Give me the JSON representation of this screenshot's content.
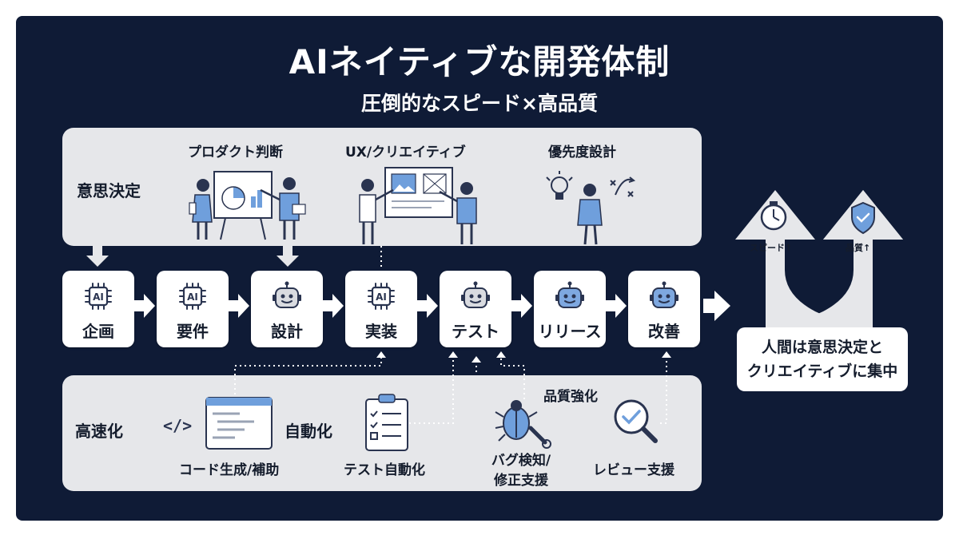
{
  "header": {
    "title": "AIネイティブな開発体制",
    "subtitle": "圧倒的なスピード×高品質"
  },
  "top_panel": {
    "label": "意思決定",
    "items": [
      {
        "label": "プロダクト判断"
      },
      {
        "label": "UX/クリエイティブ"
      },
      {
        "label": "優先度設計"
      }
    ]
  },
  "process": {
    "steps": [
      {
        "label": "企画",
        "icon": "ai-chip-icon"
      },
      {
        "label": "要件",
        "icon": "ai-chip-icon"
      },
      {
        "label": "設計",
        "icon": "robot-icon"
      },
      {
        "label": "実装",
        "icon": "ai-chip-icon"
      },
      {
        "label": "テスト",
        "icon": "robot-icon"
      },
      {
        "label": "リリース",
        "icon": "robot-icon"
      },
      {
        "label": "改善",
        "icon": "robot-icon"
      }
    ],
    "chip_text": "AI"
  },
  "bottom_panel": {
    "label_speed": "高速化",
    "label_auto": "自動化",
    "label_quality": "品質強化",
    "items": [
      {
        "label": "コード生成/補助",
        "icon": "code-editor-icon"
      },
      {
        "label": "テスト自動化",
        "icon": "checklist-icon"
      },
      {
        "label_line1": "バグ検知/",
        "label_line2": "修正支援",
        "icon": "bug-wrench-icon"
      },
      {
        "label": "レビュー支援",
        "icon": "magnifier-check-icon"
      }
    ],
    "code_glyph": "</>"
  },
  "outcome": {
    "arrow_left": "スピード↑",
    "arrow_right": "品質↑",
    "line1": "人間は意思決定と",
    "line2": "クリエイティブに集中"
  },
  "colors": {
    "background": "#0f1b36",
    "panel": "#e6e7ea",
    "accent": "#6f9fdc",
    "text": "#141c2c"
  }
}
